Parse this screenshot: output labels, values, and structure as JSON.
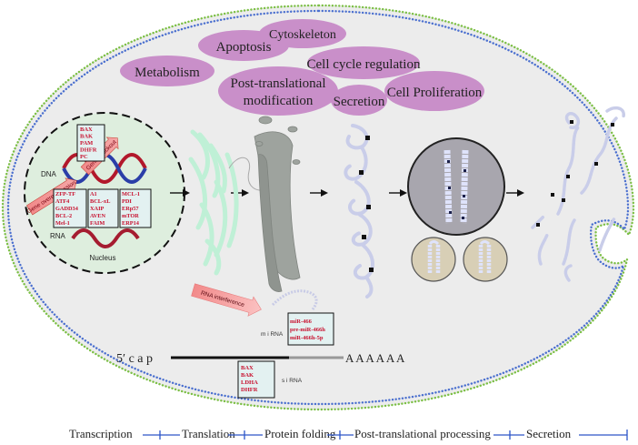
{
  "bubbles": {
    "apoptosis": "Apoptosis",
    "cytoskeleton": "Cytoskeleton",
    "metabolism": "Metabolism",
    "cell_cycle": "Cell cycle regulation",
    "ptm_line1": "Post-translational",
    "ptm_line2": "modification",
    "secretion": "Secretion",
    "proliferation": "Cell Proliferation"
  },
  "nucleus": {
    "dna_label": "DNA",
    "rna_label": "RNA",
    "nucleus_label": "Nucleus",
    "gene_knockout_label": "Gene knockout",
    "gene_overexpression_label": "Gene overexpression",
    "top_box_genes": [
      "BAX",
      "BAK",
      "PAM",
      "DHFR",
      "PC"
    ],
    "left_box_genes": [
      "ZFP-TF",
      "ATF4",
      "GADD34",
      "BCL-2",
      "Mel-1"
    ],
    "mid_box_genes": [
      "A1",
      "BCL-xL",
      "XAIP",
      "AVEN",
      "FAIM"
    ],
    "right_box_genes": [
      "MCL-1",
      "PDI",
      "ERp57",
      "mTOR",
      "ERP14"
    ]
  },
  "mrna": {
    "cap_label": "5′ c a p",
    "polya_label": "A A A A A A",
    "mirna_label": "m i RNA",
    "sirna_label": "s i RNA",
    "rna_interference_label": "RNA interference",
    "mirna_box": [
      "miR-466",
      "pre-miR-466h",
      "miR-466h-5p"
    ],
    "sirna_box": [
      "BAX",
      "BAK",
      "LDHA",
      "DHFR"
    ]
  },
  "timeline": {
    "transcription": "Transcription",
    "translation": "Translation",
    "protein_folding": "Protein folding",
    "post_translational_processing": "Post-translational processing",
    "secretion": "Secretion"
  },
  "colors": {
    "bubble_fill": "#c98fc9",
    "gene_text": "#c8102e",
    "gene_box_fill": "#e3f1f1",
    "nucleus_fill": "#deeede",
    "timeline_line": "#2d56c8",
    "membrane_dot_green": "#7cbf45",
    "membrane_dot_blue": "#4a6fcf",
    "cytoplasm_fill": "#ededed"
  }
}
